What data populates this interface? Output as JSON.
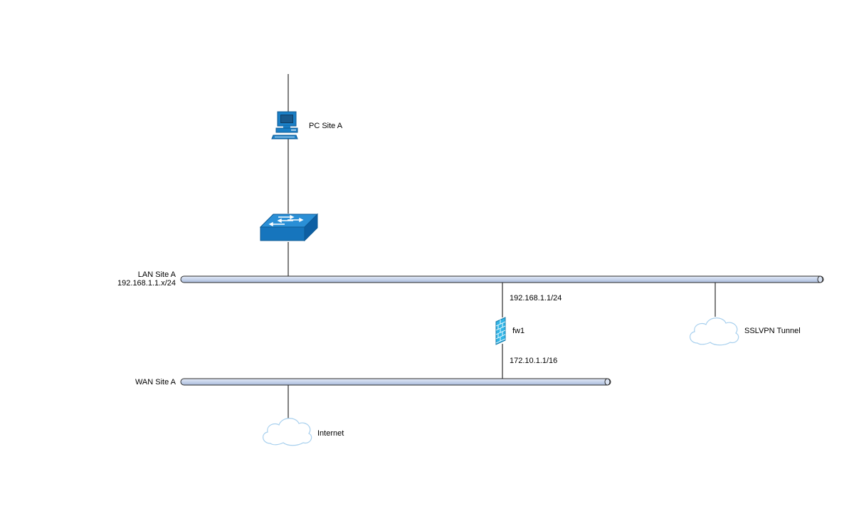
{
  "nodes": {
    "pc": {
      "label": "PC Site A",
      "icon": "desktop-computer-icon"
    },
    "switch": {
      "icon": "network-switch-icon"
    },
    "firewall": {
      "label": "fw1",
      "icon": "firewall-icon"
    },
    "sslvpn": {
      "label": "SSLVPN Tunnel",
      "icon": "cloud-icon"
    },
    "internet": {
      "label": "Internet",
      "icon": "cloud-icon"
    }
  },
  "segments": {
    "lan": {
      "name": "LAN Site A",
      "subnet": "192.168.1.1.x/24"
    },
    "wan": {
      "name": "WAN Site A"
    }
  },
  "interfaces": {
    "fw_lan_ip": "192.168.1.1/24",
    "fw_wan_ip": "172.10.1.1/16"
  },
  "colors": {
    "icon_blue": "#1a7fc6",
    "icon_light_blue": "#31b5e6",
    "bus_fill": "#c9d6ec",
    "cloud_stroke": "#a8d0ee",
    "line": "#000000"
  }
}
